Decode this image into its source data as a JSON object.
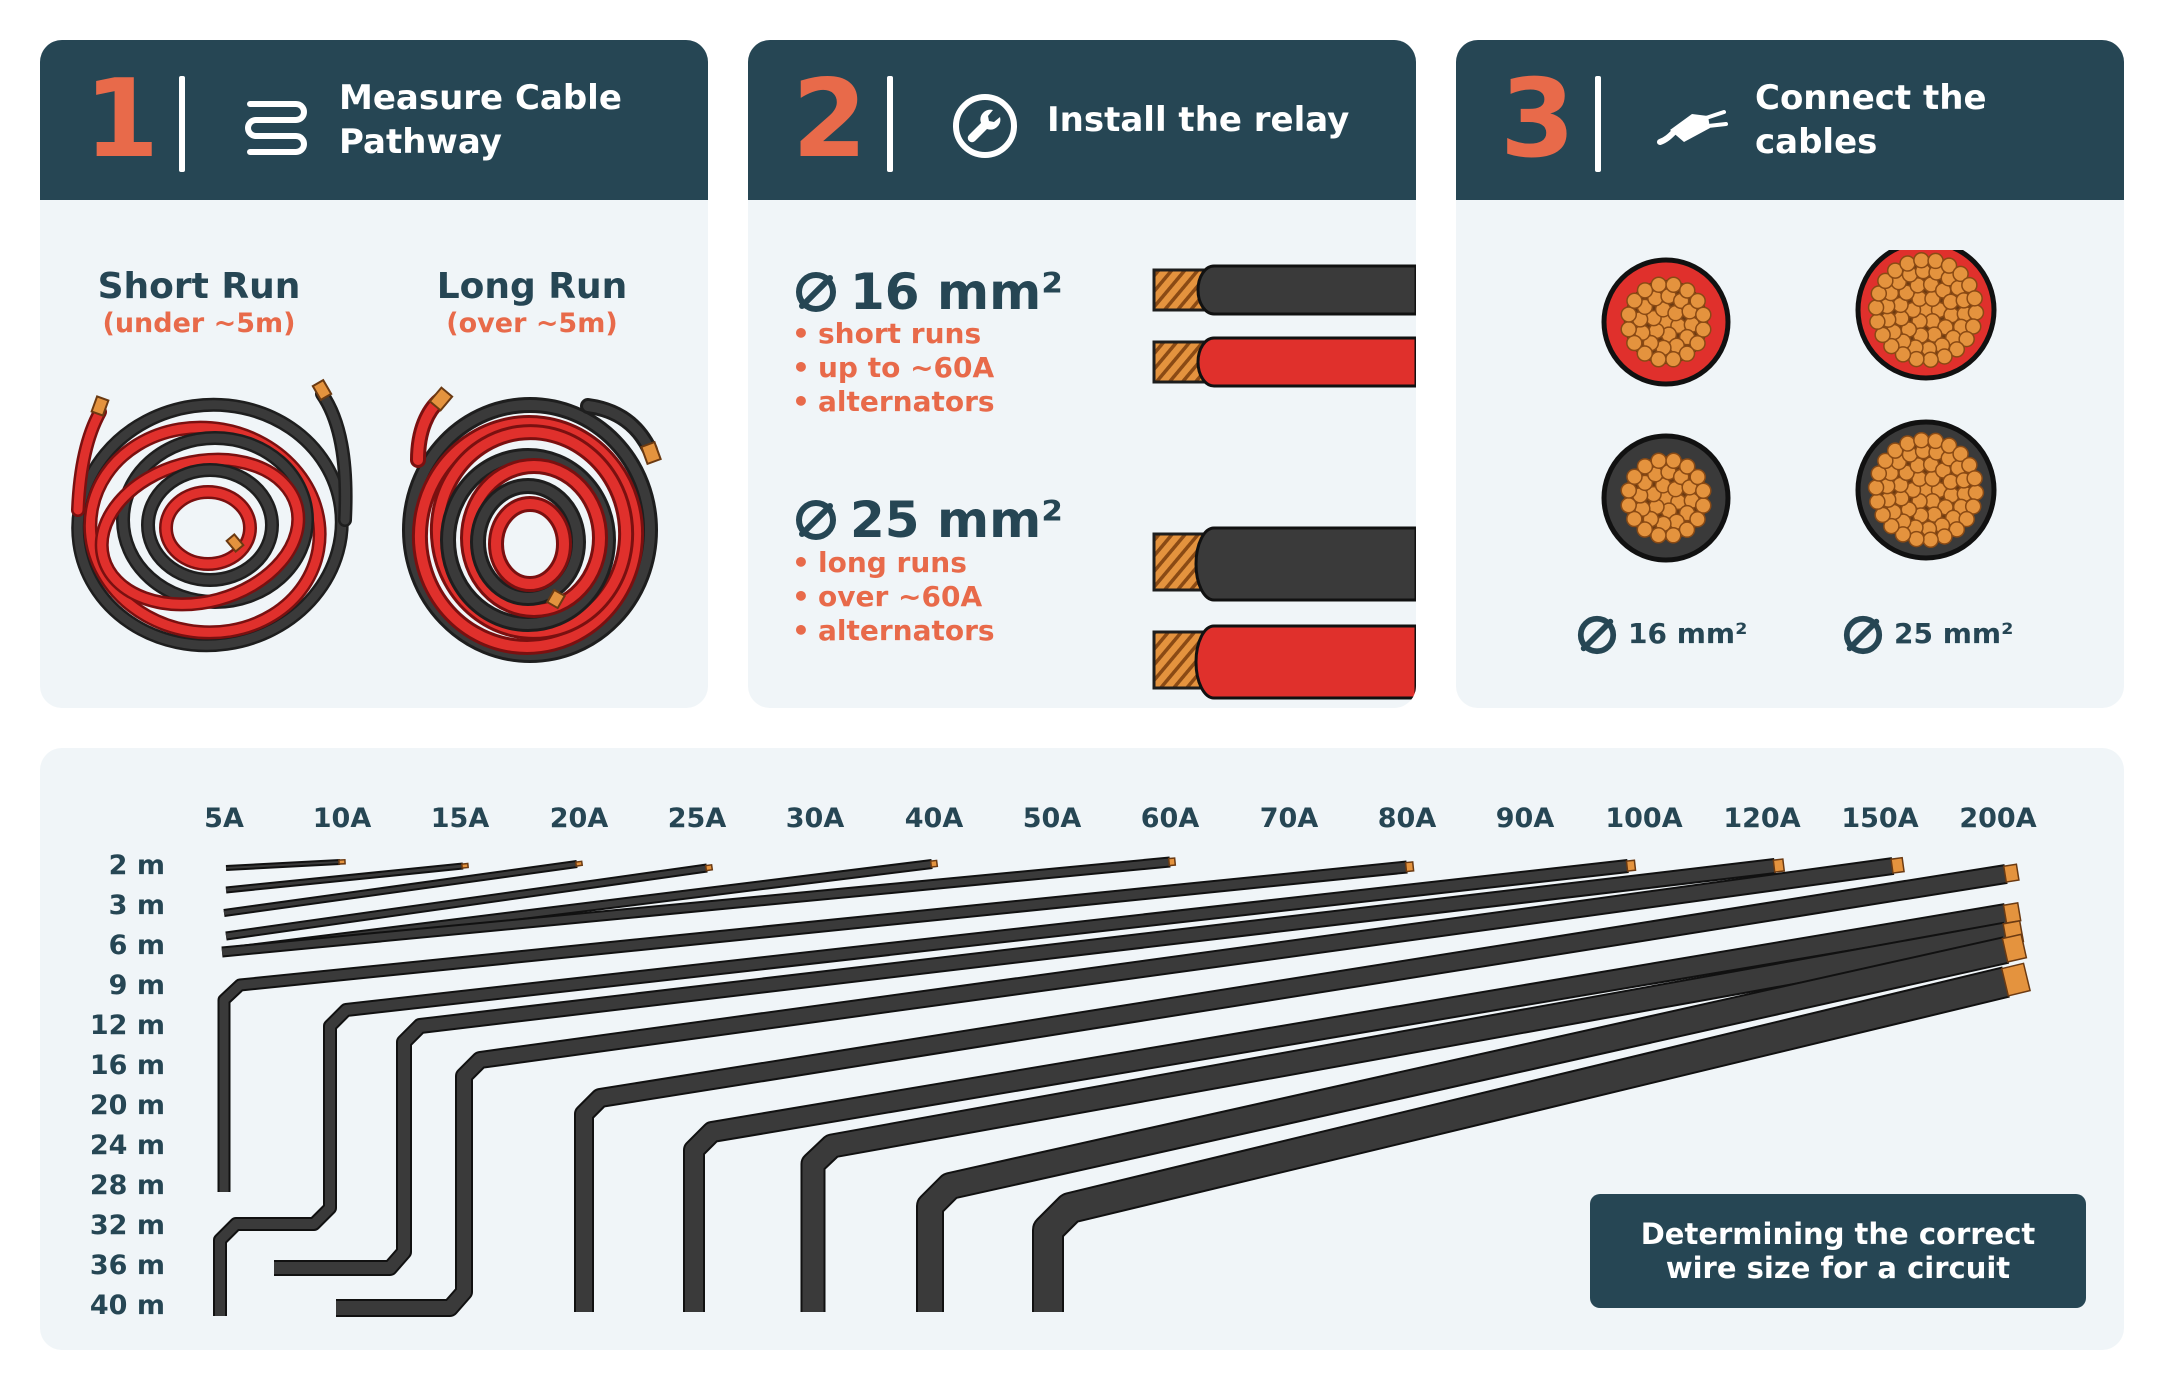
{
  "steps": [
    {
      "number": "1",
      "title": "Measure Cable\nPathway",
      "icon": "coiled-cable-icon"
    },
    {
      "number": "2",
      "title": "Install the relay",
      "icon": "wrench-icon"
    },
    {
      "number": "3",
      "title": "Connect the\ncables",
      "icon": "cable-plug-icon"
    }
  ],
  "runs": {
    "short": {
      "title": "Short Run",
      "subtitle": "(under ~5m)"
    },
    "long": {
      "title": "Long Run",
      "subtitle": "(over ~5m)"
    }
  },
  "sizes": [
    {
      "label": "16 mm²",
      "bullets": [
        "short runs",
        "up to ~60A",
        "alternators"
      ]
    },
    {
      "label": "25 mm²",
      "bullets": [
        "long runs",
        "over ~60A",
        "alternators"
      ]
    }
  ],
  "cross_sections": {
    "left_label": "16 mm²",
    "right_label": "25 mm²"
  },
  "chart": {
    "amps": [
      "5A",
      "10A",
      "15A",
      "20A",
      "25A",
      "30A",
      "40A",
      "50A",
      "60A",
      "70A",
      "80A",
      "90A",
      "100A",
      "120A",
      "150A",
      "200A"
    ],
    "lengths": [
      "2 m",
      "3 m",
      "6 m",
      "9 m",
      "12 m",
      "16 m",
      "20 m",
      "24 m",
      "28 m",
      "32 m",
      "36 m",
      "40 m"
    ],
    "caption": "Determining the correct\nwire size for a circuit"
  },
  "colors": {
    "navy": "#264654",
    "accent": "#e86a4a",
    "card_bg": "#f0f5f8",
    "cable_black": "#3a3a3a",
    "cable_red": "#e0302c",
    "copper": "#e4933e"
  }
}
